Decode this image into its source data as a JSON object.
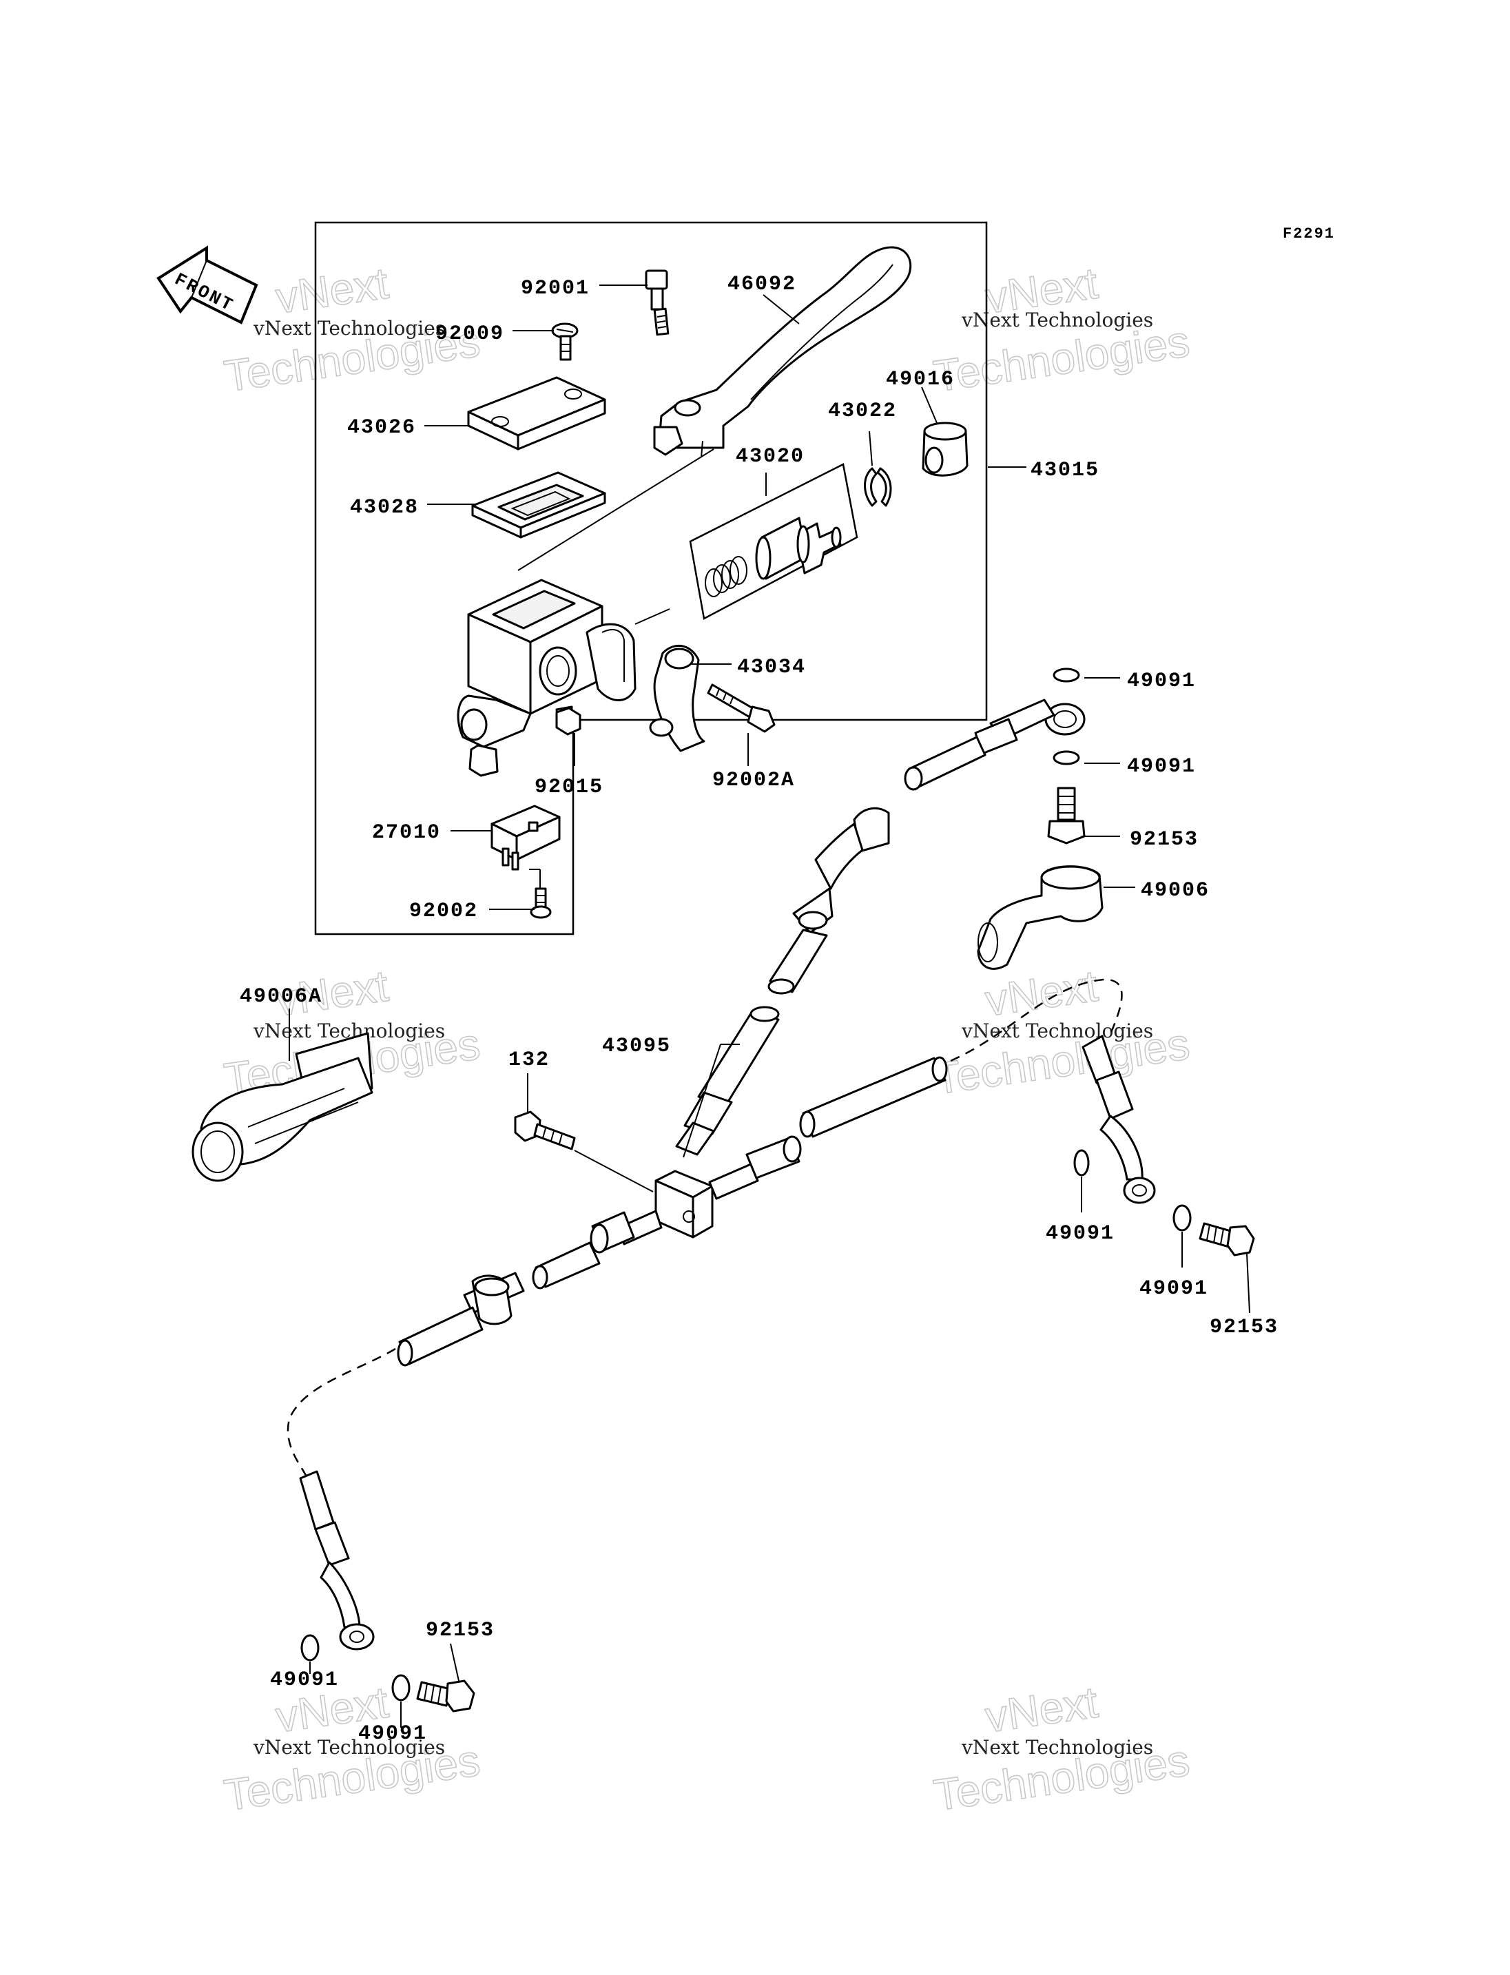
{
  "figure_code": "F2291",
  "front_label": "FRONT",
  "watermark": {
    "small": "vNext Technologies",
    "big_line1": "vNext",
    "big_line2": "Technologies"
  },
  "parts": {
    "p92001": "92001",
    "p46092": "46092",
    "p92009": "92009",
    "p49016": "49016",
    "p43026": "43026",
    "p43022": "43022",
    "p43020": "43020",
    "p43015": "43015",
    "p43028": "43028",
    "p43034": "43034",
    "p49091_a": "49091",
    "p49091_b": "49091",
    "p92015": "92015",
    "p92002A": "92002A",
    "p92153_a": "92153",
    "p27010": "27010",
    "p49006": "49006",
    "p92002": "92002",
    "p49006A": "49006A",
    "p132": "132",
    "p43095": "43095",
    "p49091_c": "49091",
    "p49091_d": "49091",
    "p92153_b": "92153",
    "p92153_c": "92153",
    "p49091_e": "49091",
    "p49091_f": "49091"
  }
}
